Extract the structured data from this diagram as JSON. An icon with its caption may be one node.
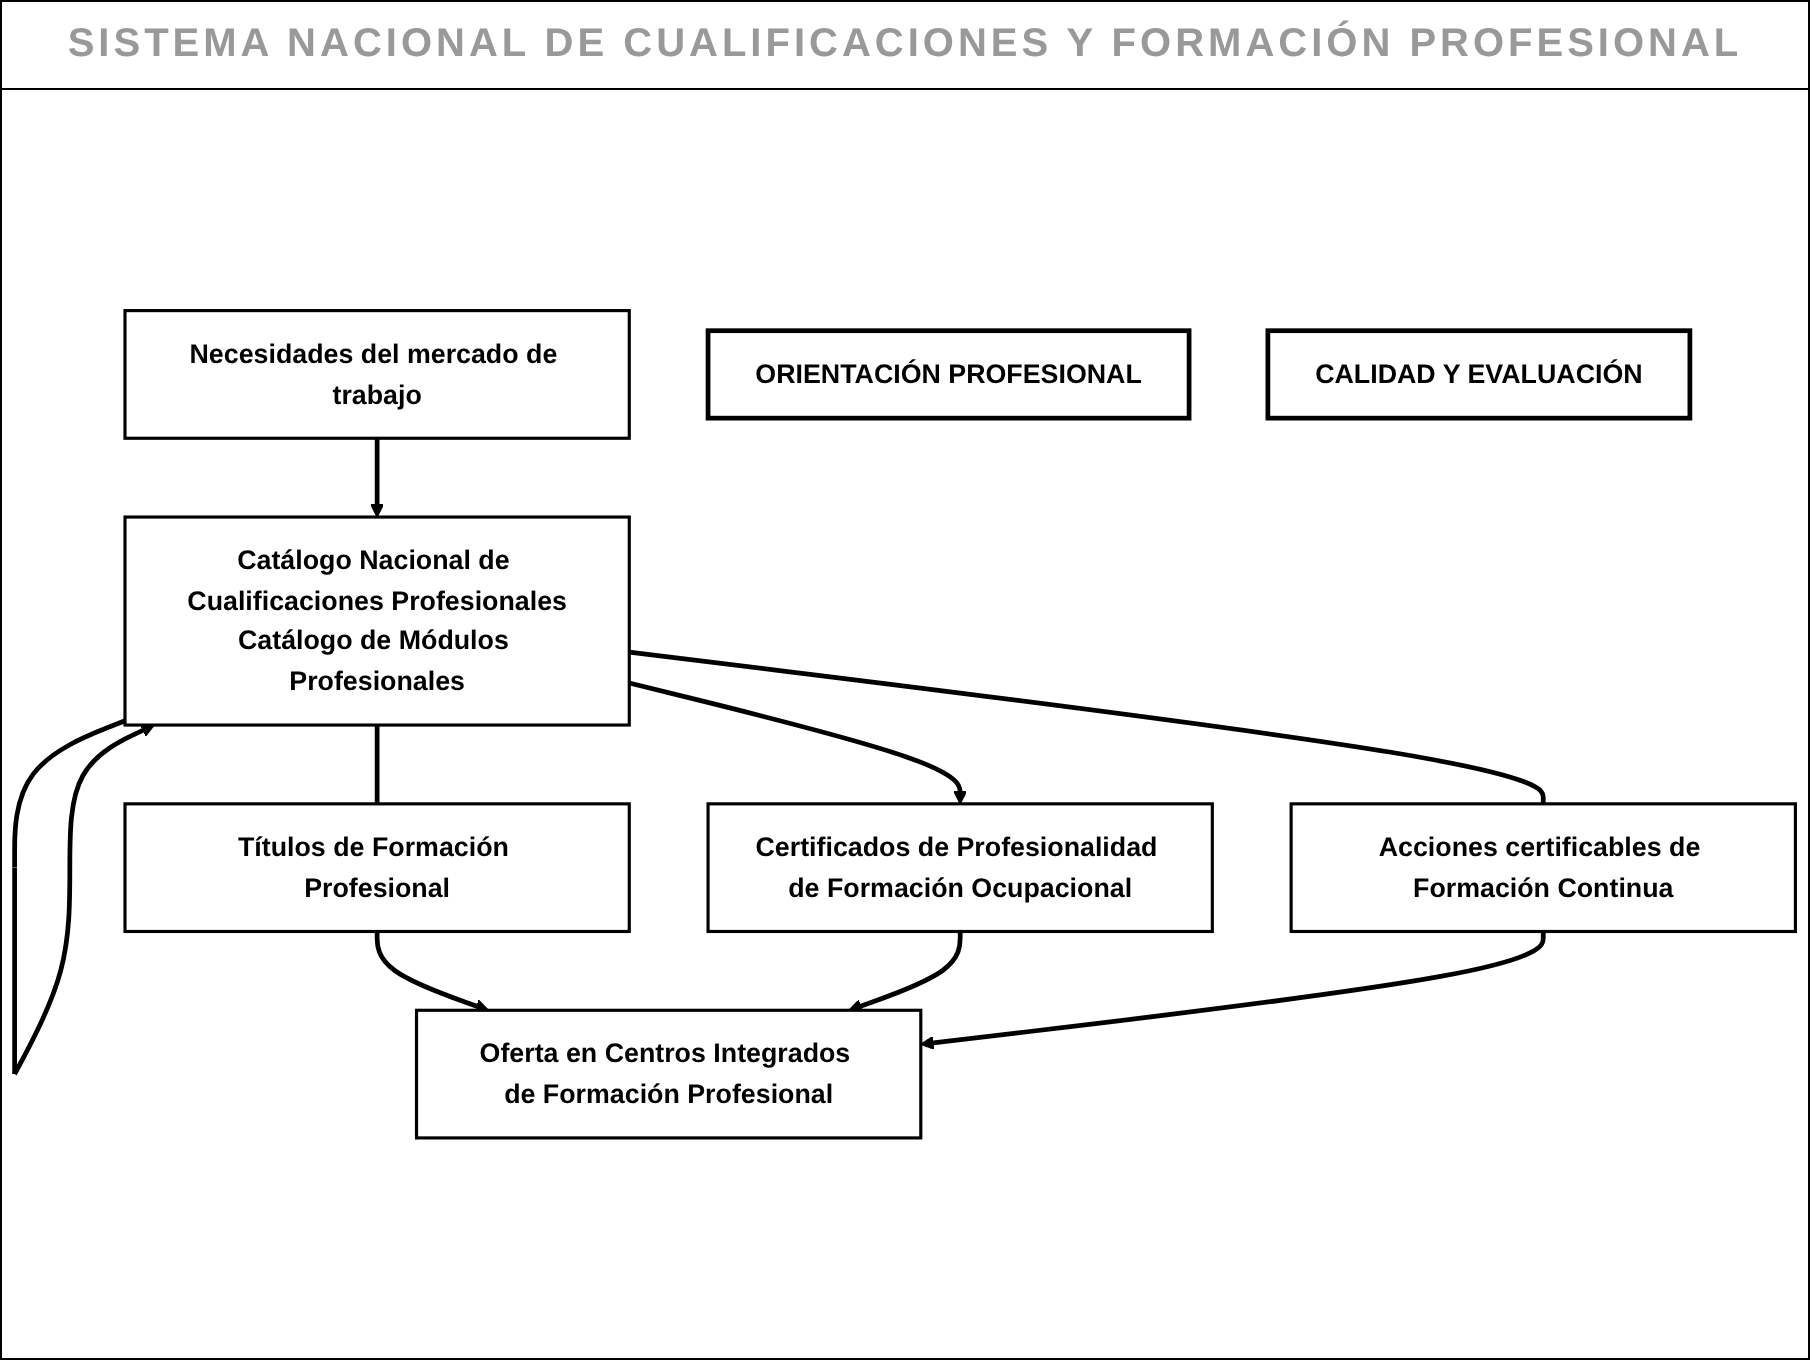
{
  "diagram": {
    "title": "SISTEMA NACIONAL DE CUALIFICACIONES Y FORMACIÓN PROFESIONAL",
    "nodes": [
      {
        "text": [
          "Necesidades del mercado de trabajo"
        ]
      },
      {
        "text": [
          "Catálogo Nacional de Cualificaciones Profesionales",
          "Catálogo de Módulos Profesionales"
        ]
      },
      {
        "text": [
          "Títulos de Formación Profesional"
        ]
      },
      {
        "text": [
          "Certificados de Profesionalidad de Formación Ocupacional"
        ]
      },
      {
        "text": [
          "Acciones certificables de Formación Continua"
        ]
      },
      {
        "text": [
          "Oferta en Centros Integrados de Formación Profesional"
        ]
      },
      {
        "text": [
          "ORIENTACIÓN PROFESIONAL"
        ]
      },
      {
        "text": [
          "CALIDAD Y EVALUACIÓN"
        ]
      }
    ],
    "edges": [
      {
        "from": 0,
        "to": 1,
        "arrow": "to"
      },
      {
        "from": 1,
        "to": 1,
        "arrow": "to"
      },
      {
        "from": 1,
        "to": 2,
        "arrow": "none"
      },
      {
        "from": 1,
        "to": 3,
        "arrow": "to"
      },
      {
        "from": 1,
        "to": 4,
        "arrow": "none"
      },
      {
        "from": 2,
        "to": 5,
        "arrow": "to"
      },
      {
        "from": 3,
        "to": 5,
        "arrow": "to"
      },
      {
        "from": 4,
        "to": 5,
        "arrow": "to"
      }
    ]
  }
}
